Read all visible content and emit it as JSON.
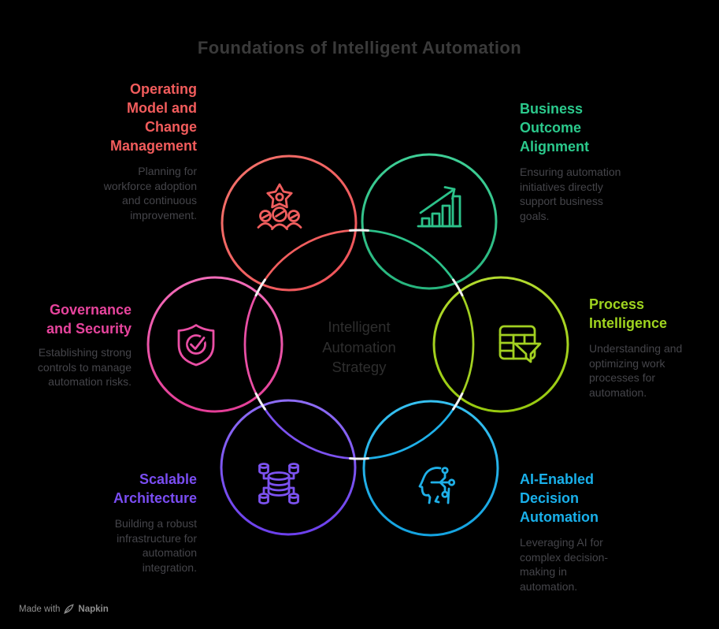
{
  "title": "Foundations of Intelligent Automation",
  "center_label": "Intelligent\nAutomation\nStrategy",
  "sections": [
    {
      "id": "operating-model",
      "title": "Operating\nModel and\nChange\nManagement",
      "body": "Planning for\nworkforce adoption\nand continuous\nimprovement.",
      "color": "#f25c5c",
      "icon": "change-management-icon",
      "position": "top-left"
    },
    {
      "id": "business-outcome",
      "title": "Business\nOutcome\nAlignment",
      "body": "Ensuring automation\ninitiatives directly\nsupport business\ngoals.",
      "color": "#2bc98c",
      "icon": "growth-chart-icon",
      "position": "top-right"
    },
    {
      "id": "process-intelligence",
      "title": "Process\nIntelligence",
      "body": "Understanding and\noptimizing work\nprocesses for\nautomation.",
      "color": "#9fd41f",
      "icon": "table-filter-icon",
      "position": "right"
    },
    {
      "id": "ai-decision-automation",
      "title": "AI-Enabled\nDecision\nAutomation",
      "body": "Leveraging AI for\ncomplex decision-\nmaking in\nautomation.",
      "color": "#19b0ea",
      "icon": "ai-head-circuit-icon",
      "position": "bottom-right"
    },
    {
      "id": "scalable-architecture",
      "title": "Scalable\nArchitecture",
      "body": "Building a robust\ninfrastructure for\nautomation\nintegration.",
      "color": "#7a4df3",
      "icon": "distributed-database-icon",
      "position": "bottom-left"
    },
    {
      "id": "governance-security",
      "title": "Governance\nand Security",
      "body": "Establishing strong\ncontrols to manage\nautomation risks.",
      "color": "#e7449d",
      "icon": "shield-check-icon",
      "position": "left"
    }
  ],
  "colors": {
    "background": "#000000",
    "title_text": "#3a3a3a",
    "center_text": "#2e2e2e",
    "body_text": "#45454a",
    "red": "#f15e5e",
    "green": "#2cc28a",
    "lime": "#a2d021",
    "cyan": "#1fb0e8",
    "purple": "#7c52f0",
    "pink": "#ea4fa5",
    "junction_highlight": "#f2f2f2",
    "footer_text": "#8f8f8f"
  },
  "footer": {
    "made_with": "Made with",
    "brand": "Napkin"
  }
}
